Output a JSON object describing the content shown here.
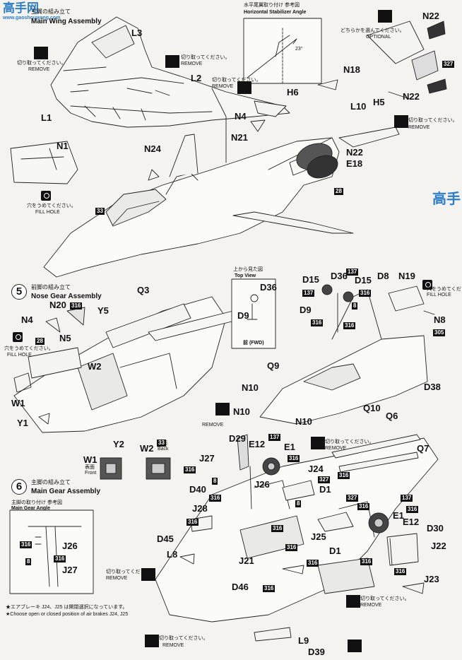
{
  "watermark": {
    "title": "高手网",
    "url": "www.gaoshouwang.com",
    "corner": "高手"
  },
  "step4": {
    "title_jp": "主翼の組み立て",
    "title_en": "Main Wing Assembly"
  },
  "step5": {
    "number": "5",
    "title_jp": "前脚の組み立て",
    "title_en": "Nose Gear Assembly"
  },
  "step6": {
    "number": "6",
    "title_jp": "主脚の組み立て",
    "title_en": "Main Gear Assembly"
  },
  "instructions": {
    "remove_jp": "切り取ってください。",
    "remove_en": "REMOVE",
    "fill_jp": "穴をうめてください。",
    "fill_en": "FILL HOLE",
    "optional_jp": "どちらかを選んでください。",
    "optional_en": "OPTIONAL"
  },
  "stabilizer": {
    "title_jp": "水平尾翼取り付け 参考図",
    "title_en": "Horizontal Stabilizer Angle",
    "angle": "23°"
  },
  "topview": {
    "title_jp": "上から見た図",
    "title_en": "Top View",
    "fwd": "前 (FWD)"
  },
  "wheelwell": {
    "front_jp": "表面",
    "front_en": "Front",
    "back_jp": "裏面",
    "back_en": "Back"
  },
  "maingear_angle": {
    "title_jp": "主脚の取り付け 参考図",
    "title_en": "Main Gear Angle"
  },
  "footnote": {
    "jp": "★エアブレーキ J24、J25 は開閉選択になっています。",
    "en": "★Choose open or closed position of air brakes J24, J25"
  },
  "badges": [
    "33",
    "316",
    "327",
    "137",
    "305",
    "28",
    "8"
  ],
  "parts": {
    "L1": "L1",
    "L2": "L2",
    "L3": "L3",
    "L8": "L8",
    "L9": "L9",
    "L10": "L10",
    "N1": "N1",
    "N4": "N4",
    "N5": "N5",
    "N8": "N8",
    "N10": "N10",
    "N18": "N18",
    "N19": "N19",
    "N20": "N20",
    "N21": "N21",
    "N22": "N22",
    "N24": "N24",
    "H5": "H5",
    "H6": "H6",
    "E1": "E1",
    "E12": "E12",
    "E18": "E18",
    "Q3": "Q3",
    "Q6": "Q6",
    "Q7": "Q7",
    "Q9": "Q9",
    "Q10": "Q10",
    "Y1": "Y1",
    "Y2": "Y2",
    "Y5": "Y5",
    "W1": "W1",
    "W2": "W2",
    "D1": "D1",
    "D8": "D8",
    "D9": "D9",
    "D15": "D15",
    "D29": "D29",
    "D30": "D30",
    "D36": "D36",
    "D38": "D38",
    "D39": "D39",
    "D40": "D40",
    "D45": "D45",
    "D46": "D46",
    "J21": "J21",
    "J22": "J22",
    "J23": "J23",
    "J24": "J24",
    "J25": "J25",
    "J26": "J26",
    "J27": "J27",
    "J28": "J28"
  }
}
